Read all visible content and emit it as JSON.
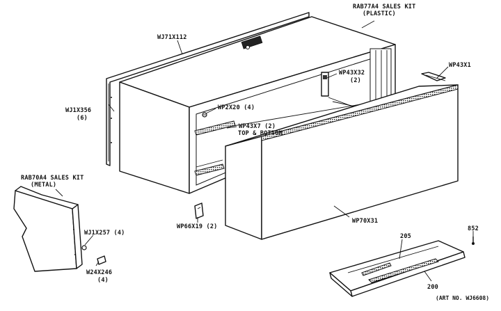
{
  "labels": {
    "wj71x112": "WJ71X112",
    "rab77a4": "RAB77A4 SALES KIT",
    "rab77a4_sub": "(PLASTIC)",
    "wj1x356": "WJ1X356",
    "wj1x356_qty": "(6)",
    "wp43x32": "WP43X32",
    "wp43x32_qty": "(2)",
    "wp43x1": "WP43X1",
    "wp2x20": "WP2X20 (4)",
    "wp43x7": "WP43X7 (2)",
    "top_bottom": "TOP & BOTTOM",
    "rab70a4": "RAB70A4 SALES KIT",
    "rab70a4_sub": "(METAL)",
    "wj1x257": "WJ1X257 (4)",
    "w24x246": "W24X246",
    "w24x246_qty": "(4)",
    "wp66x19": "WP66X19 (2)",
    "wp70x31": "WP70X31",
    "n205": "205",
    "n200": "200",
    "n852": "852",
    "art_no": "(ART NO. WJ6608)"
  }
}
